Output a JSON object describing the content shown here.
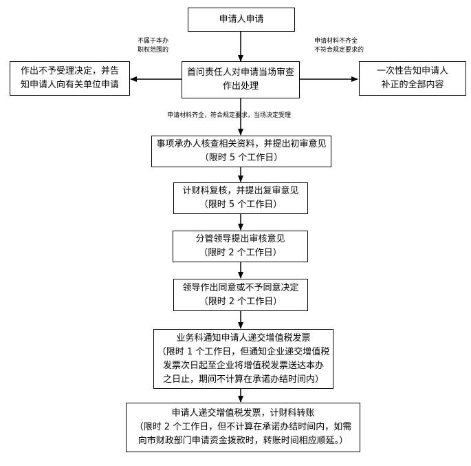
{
  "nodes": {
    "start": {
      "text": "申请人申请"
    },
    "review": {
      "line1": "首问责任人对申请当场审查",
      "line2": "作出处理"
    },
    "reject": {
      "line1": "作出不予受理决定，并告",
      "line2": "知申请人向有关单位申请"
    },
    "notify": {
      "line1": "一次性告知申请人",
      "line2": "补正的全部内容"
    },
    "step1": {
      "line1": "事项承办人核查相关资料，并提出初审意见",
      "line2": "（限时 5 个工作日）"
    },
    "step2": {
      "line1": "计财科复核，并提出复审意见",
      "line2": "（限时 5 个工作日）"
    },
    "step3": {
      "line1": "分管领导提出审核意见",
      "line2": "（限时 2 个工作日）"
    },
    "step4": {
      "line1": "领导作出同意或不予同意决定",
      "line2": "（限时 2 个工作日）"
    },
    "step5": {
      "line1": "业务科通知申请人递交增值税发票",
      "line2": "（限时 1 个工作日，但通知企业递交增值税",
      "line3": "发票次日起至企业将增值税发票送达本办",
      "line4": "之日止，期间不计算在承诺办结时间内）"
    },
    "step6": {
      "line1": "申请人递交增值税发票，计财科转账",
      "line2": "（限时 2 个工作日，但不计算在承诺办结时间内，如需",
      "line3": "向市财政部门申请资金拨款时，转账时间相应顺延。）"
    }
  },
  "notes": {
    "not_scope": {
      "line1": "不属于本办",
      "line2": "职权范围的"
    },
    "incomplete": {
      "line1": "申请材料不齐全",
      "line2": "不符合规定要求的"
    },
    "accepted": {
      "text": "申请材料齐全，符合规定要求，当场决定受理"
    }
  }
}
